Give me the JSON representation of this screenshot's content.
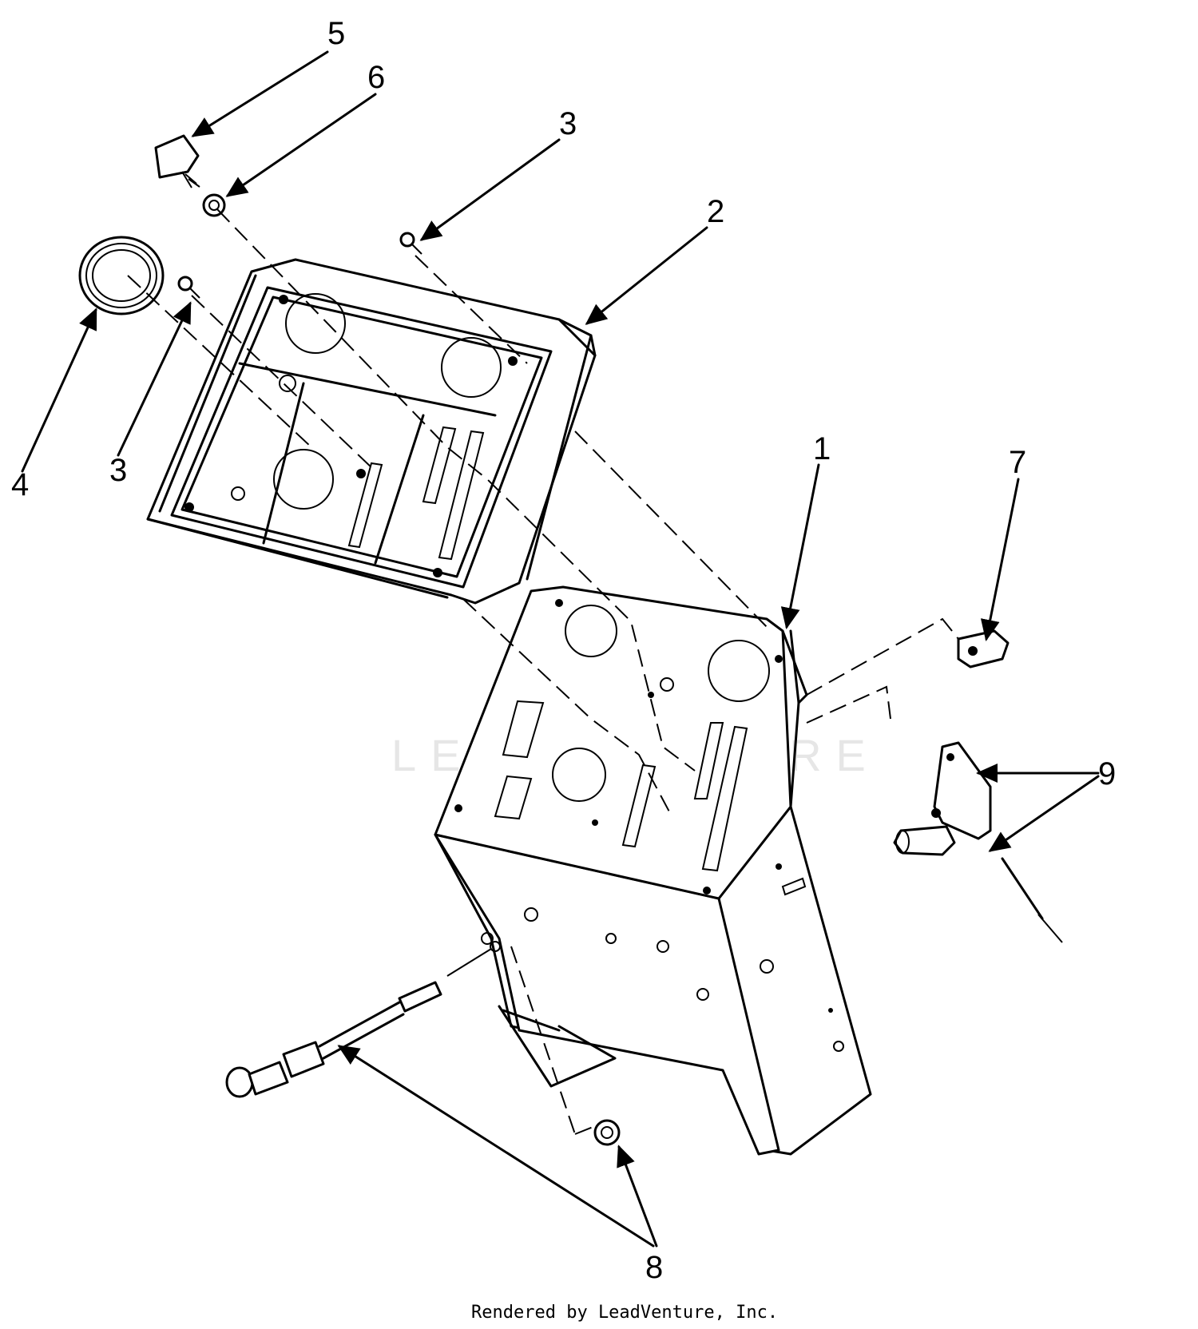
{
  "callouts": [
    {
      "id": "5",
      "label": "5"
    },
    {
      "id": "6",
      "label": "6"
    },
    {
      "id": "3a",
      "label": "3"
    },
    {
      "id": "2",
      "label": "2"
    },
    {
      "id": "4",
      "label": "4"
    },
    {
      "id": "3b",
      "label": "3"
    },
    {
      "id": "1",
      "label": "1"
    },
    {
      "id": "7",
      "label": "7"
    },
    {
      "id": "9",
      "label": "9"
    },
    {
      "id": "8",
      "label": "8"
    }
  ],
  "watermark": "LEADVENTURE",
  "footer": {
    "credit": "Rendered by LeadVenture, Inc."
  },
  "colors": {
    "ink": "#000000",
    "paper": "#ffffff",
    "watermark": "#e6e6e6"
  }
}
